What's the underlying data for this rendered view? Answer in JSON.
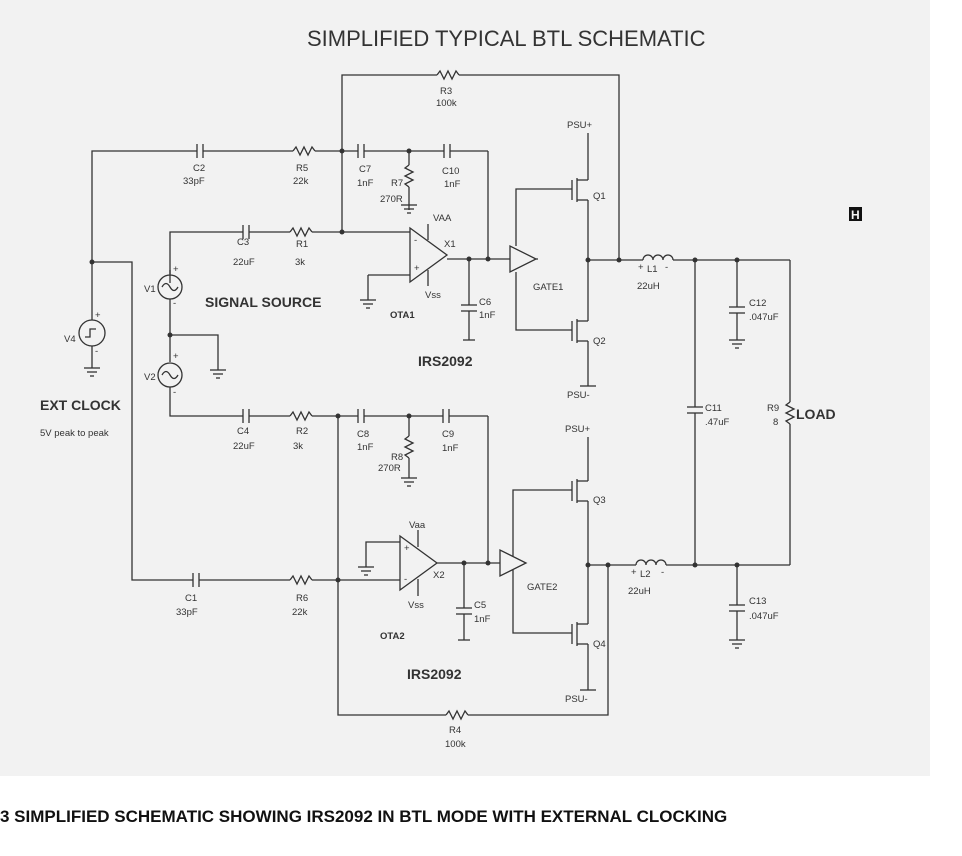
{
  "title": "SIMPLIFIED TYPICAL BTL SCHEMATIC",
  "caption": "3  SIMPLIFIED SCHEMATIC SHOWING IRS2092 IN BTL MODE WITH EXTERNAL CLOCKING",
  "side_mark": "H",
  "labels": {
    "signal_source": "SIGNAL SOURCE",
    "ext_clock": "EXT CLOCK",
    "ext_clock_sub": "5V peak to peak",
    "load": "LOAD",
    "irs_top": "IRS2092",
    "irs_bottom": "IRS2092",
    "ota1": "OTA1",
    "ota2": "OTA2",
    "gate1": "GATE1",
    "gate2": "GATE2",
    "x1": "X1",
    "x2": "X2",
    "vaa_top": "VAA",
    "vss_top": "Vss",
    "vaa_bottom": "Vaa",
    "vss_bottom": "Vss",
    "psu_plus_top": "PSU+",
    "psu_minus_top": "PSU-",
    "psu_plus_bottom": "PSU+",
    "psu_minus_bottom": "PSU-"
  },
  "components": {
    "r3": {
      "name": "R3",
      "value": "100k"
    },
    "r4": {
      "name": "R4",
      "value": "100k"
    },
    "r5": {
      "name": "R5",
      "value": "22k"
    },
    "r6": {
      "name": "R6",
      "value": "22k"
    },
    "r1": {
      "name": "R1",
      "value": "3k"
    },
    "r2": {
      "name": "R2",
      "value": "3k"
    },
    "r7": {
      "name": "R7",
      "value": "270R"
    },
    "r8": {
      "name": "R8",
      "value": "270R"
    },
    "r9": {
      "name": "R9",
      "value": "8"
    },
    "c2": {
      "name": "C2",
      "value": "33pF"
    },
    "c1": {
      "name": "C1",
      "value": "33pF"
    },
    "c3": {
      "name": "C3",
      "value": "22uF"
    },
    "c4": {
      "name": "C4",
      "value": "22uF"
    },
    "c7": {
      "name": "C7",
      "value": "1nF"
    },
    "c8": {
      "name": "C8",
      "value": "1nF"
    },
    "c10": {
      "name": "C10",
      "value": "1nF"
    },
    "c9": {
      "name": "C9",
      "value": "1nF"
    },
    "c6": {
      "name": "C6",
      "value": "1nF"
    },
    "c5": {
      "name": "C5",
      "value": "1nF"
    },
    "c11": {
      "name": "C11",
      "value": ".47uF"
    },
    "c12": {
      "name": "C12",
      "value": ".047uF"
    },
    "c13": {
      "name": "C13",
      "value": ".047uF"
    },
    "l1": {
      "name": "L1",
      "value": "22uH"
    },
    "l2": {
      "name": "L2",
      "value": "22uH"
    },
    "q1": {
      "name": "Q1"
    },
    "q2": {
      "name": "Q2"
    },
    "q3": {
      "name": "Q3"
    },
    "q4": {
      "name": "Q4"
    },
    "v1": {
      "name": "V1"
    },
    "v2": {
      "name": "V2"
    },
    "v4": {
      "name": "V4"
    }
  }
}
